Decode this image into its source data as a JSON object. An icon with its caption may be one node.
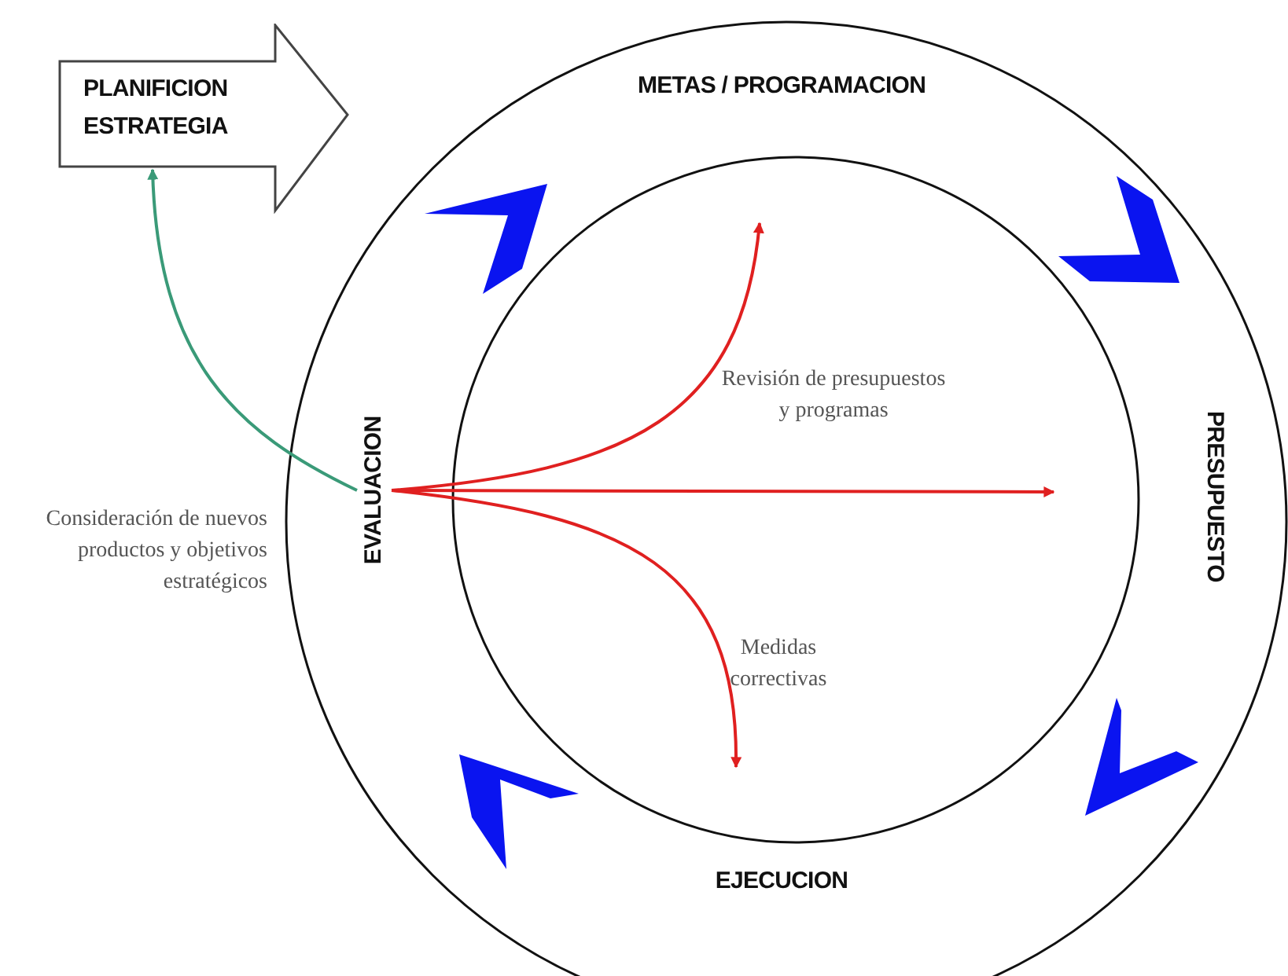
{
  "diagram": {
    "nodes": [
      {
        "text": [
          "PLANIFICION ESTRATEGIA"
        ]
      },
      {
        "text": [
          "METAS / PROGRAMACION"
        ]
      },
      {
        "text": [
          "PRESUPUESTO"
        ]
      },
      {
        "text": [
          "EJECUCION"
        ]
      },
      {
        "text": [
          "EVALUACION"
        ]
      }
    ],
    "edges": [
      {
        "from": 4,
        "to": 0,
        "arrow": "to",
        "color": "#3a9a78"
      },
      {
        "from": 4,
        "to": null,
        "arrow": "to"
      },
      {
        "from": 4,
        "to": null,
        "arrow": "to"
      },
      {
        "from": 4,
        "to": null,
        "arrow": "to"
      }
    ],
    "labels": [
      "Revisión de presupuestos y programas",
      "Medidas correctivas",
      "Consideración de nuevos productos y objetivos estratégicos"
    ]
  }
}
